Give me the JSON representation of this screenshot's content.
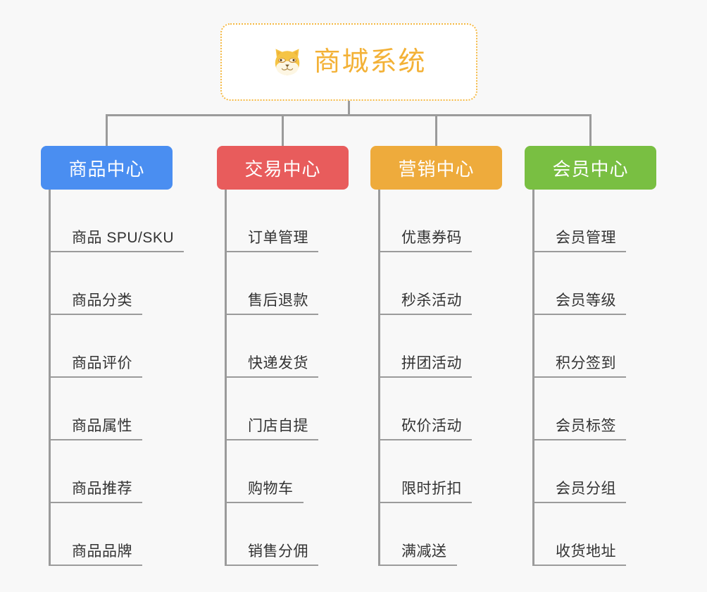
{
  "page": {
    "background_color": "#f8f8f8",
    "line_color": "#9b9b9b"
  },
  "root": {
    "title": "商城系统",
    "icon": "shiba-dog-face-icon",
    "border_color": "#f5b943",
    "text_color": "#f3b136",
    "background_color": "#ffffff"
  },
  "columns": [
    {
      "id": "product-center",
      "label": "商品中心",
      "color": "#4a8ef1",
      "items": [
        {
          "label": "商品 SPU/SKU"
        },
        {
          "label": "商品分类"
        },
        {
          "label": "商品评价"
        },
        {
          "label": "商品属性"
        },
        {
          "label": "商品推荐"
        },
        {
          "label": "商品品牌"
        }
      ]
    },
    {
      "id": "trade-center",
      "label": "交易中心",
      "color": "#e85c5c",
      "items": [
        {
          "label": "订单管理"
        },
        {
          "label": "售后退款"
        },
        {
          "label": "快递发货"
        },
        {
          "label": "门店自提"
        },
        {
          "label": "购物车"
        },
        {
          "label": "销售分佣"
        }
      ]
    },
    {
      "id": "marketing-center",
      "label": "营销中心",
      "color": "#eeab3c",
      "items": [
        {
          "label": "优惠券码"
        },
        {
          "label": "秒杀活动"
        },
        {
          "label": "拼团活动"
        },
        {
          "label": "砍价活动"
        },
        {
          "label": "限时折扣"
        },
        {
          "label": "满减送"
        }
      ]
    },
    {
      "id": "member-center",
      "label": "会员中心",
      "color": "#79bf42",
      "items": [
        {
          "label": "会员管理"
        },
        {
          "label": "会员等级"
        },
        {
          "label": "积分签到"
        },
        {
          "label": "会员标签"
        },
        {
          "label": "会员分组"
        },
        {
          "label": "收货地址"
        }
      ]
    }
  ]
}
